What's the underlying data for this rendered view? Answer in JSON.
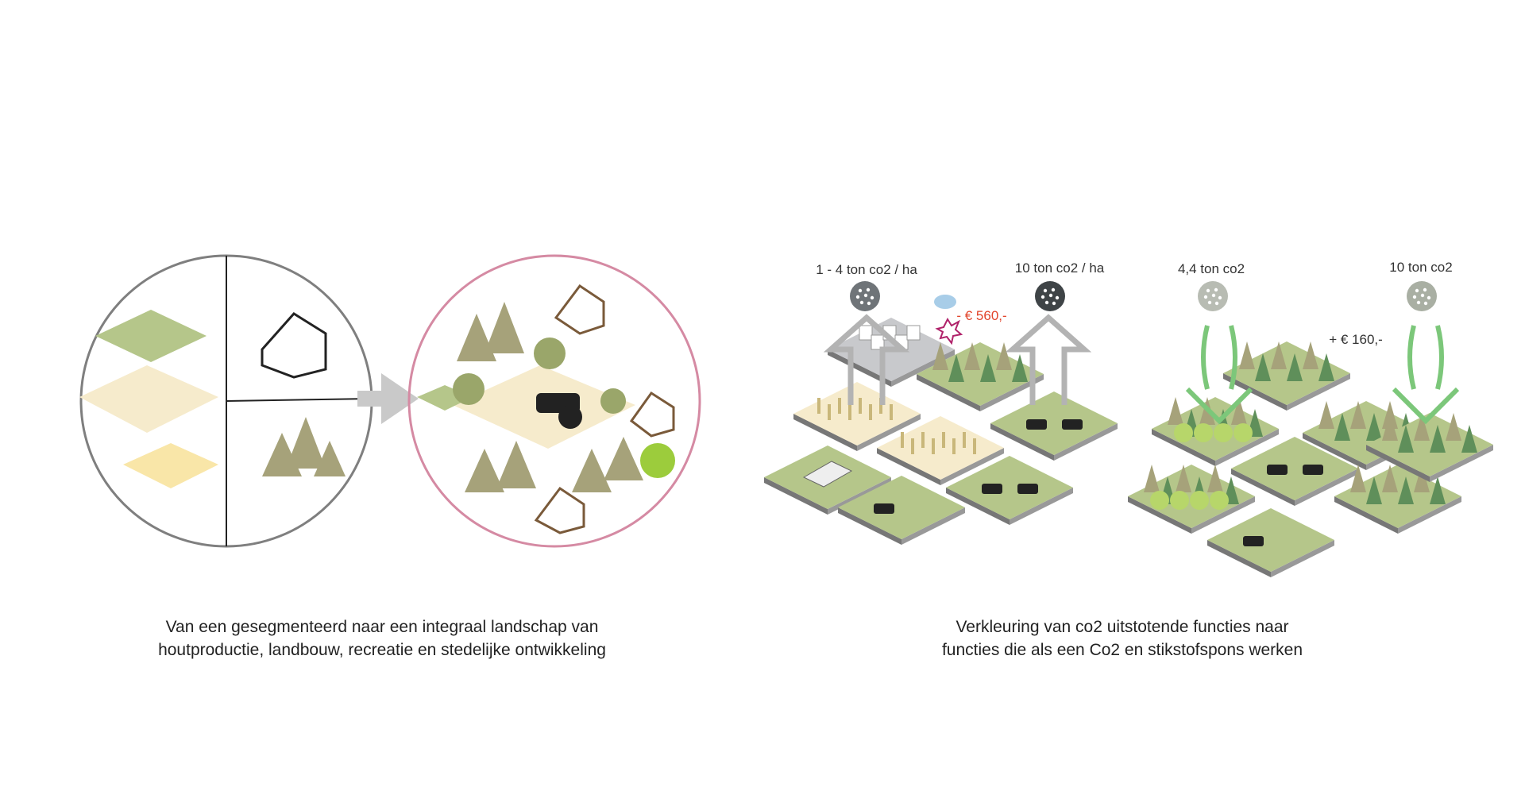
{
  "left_diagram": {
    "caption_line1": "Van een gesegmenteerd naar een integraal landschap van",
    "caption_line2": "houtproductie, landbouw, recreatie en stedelijke ontwikkeling"
  },
  "right_diagram": {
    "labels": [
      "1 - 4 ton co2 / ha",
      "10 ton co2 / ha",
      "4,4 ton co2",
      "10 ton co2"
    ],
    "cost_negative": "- € 560,-",
    "cost_positive": "+ € 160,-",
    "caption_line1": "Verkleuring van co2 uitstotende functies naar",
    "caption_line2": "functies die als een Co2 en stikstofspons werken"
  },
  "colors": {
    "grass": "#b5c68a",
    "wheat": "#f6ebcc",
    "tree": "#a6a27a",
    "pink": "#d58aa3",
    "grey": "#7a7a7a",
    "green_arrow": "#7cc77a",
    "emitter": "#6f7478"
  }
}
